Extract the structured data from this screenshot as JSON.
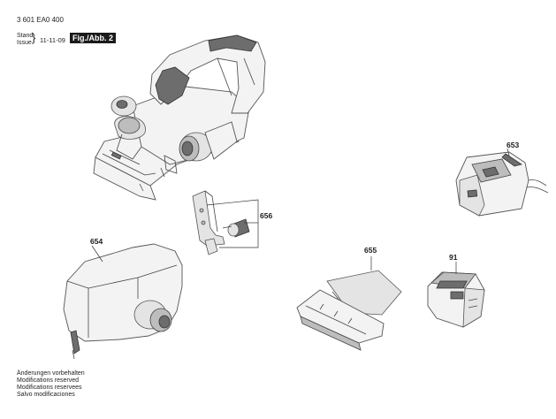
{
  "header": {
    "part_number": "3 601 EA0 400",
    "stand_label": "Stand",
    "issue_label": "Issue",
    "date": "11-11-09",
    "figure_label": "Fig./Abb. 2"
  },
  "parts": [
    {
      "id": "653",
      "label": "653"
    },
    {
      "id": "656",
      "label": "656"
    },
    {
      "id": "654",
      "label": "654"
    },
    {
      "id": "655",
      "label": "655"
    },
    {
      "id": "91",
      "label": "91"
    }
  ],
  "footer": {
    "lines": [
      "Änderungen vorbehalten",
      "Modifications reserved",
      "Modifications reservees",
      "Salvo modificaciones"
    ]
  }
}
